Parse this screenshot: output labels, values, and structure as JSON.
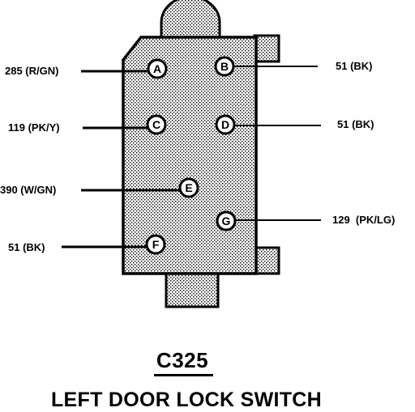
{
  "connector": {
    "id": "C325",
    "component": "LEFT DOOR LOCK SWITCH"
  },
  "pins": {
    "A": {
      "letter": "A",
      "wire": "285 (R/GN)"
    },
    "B": {
      "letter": "B",
      "wire": "51 (BK)"
    },
    "C": {
      "letter": "C",
      "wire": "119 (PK/Y)"
    },
    "D": {
      "letter": "D",
      "wire": "51 (BK)"
    },
    "E": {
      "letter": "E",
      "wire": "390 (W/GN)"
    },
    "F": {
      "letter": "F",
      "wire": "51 (BK)"
    },
    "G": {
      "letter": "G",
      "wire": "129  (PK/LG)"
    }
  }
}
